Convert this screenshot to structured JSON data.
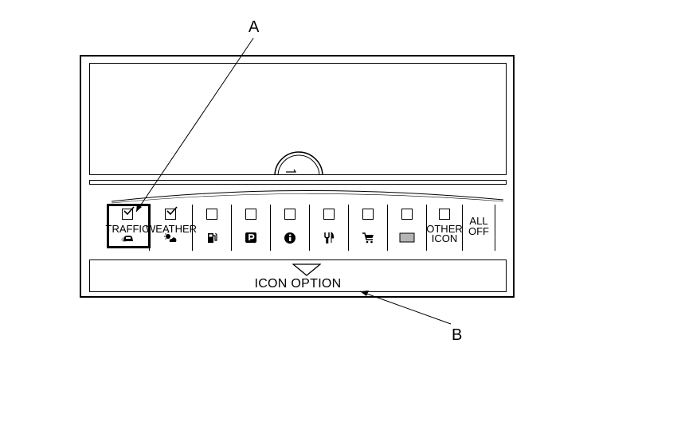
{
  "callouts": {
    "a": "A",
    "b": "B"
  },
  "icon_bar": {
    "items": [
      {
        "label": "TRAFFIC",
        "checked": true,
        "icon": "traffic-car-icon"
      },
      {
        "label": "WEATHER",
        "checked": true,
        "icon": "weather-sun-cloud-icon"
      },
      {
        "label": "",
        "checked": false,
        "icon": "gas-station-icon"
      },
      {
        "label": "",
        "checked": false,
        "icon": "parking-icon"
      },
      {
        "label": "",
        "checked": false,
        "icon": "info-icon"
      },
      {
        "label": "",
        "checked": false,
        "icon": "restaurant-icon"
      },
      {
        "label": "",
        "checked": false,
        "icon": "shopping-cart-icon"
      },
      {
        "label": "",
        "checked": false,
        "icon": "gray-box-icon"
      },
      {
        "label": "OTHER",
        "label2": "ICON",
        "checked": false,
        "icon": ""
      }
    ],
    "all_off_line1": "ALL",
    "all_off_line2": "OFF"
  },
  "option_bar": {
    "label": "ICON OPTION",
    "icon": "triangle-down-icon"
  }
}
